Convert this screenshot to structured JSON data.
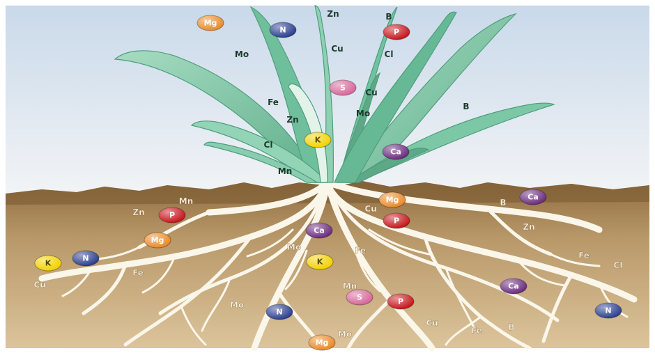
{
  "colors": {
    "sky_top": "#c9d9ea",
    "sky_bottom": "#f2f4f6",
    "soil_top": "#9c7a4c",
    "soil_bottom": "#d8bf95",
    "root": "#fbf6ea",
    "leaf": "#7fc9a7",
    "leaf_dark": "#4e9e7e",
    "N": "#2b3f8f",
    "P": "#c7161d",
    "K": "#f2d200",
    "Mg": "#ea8a2a",
    "Ca": "#6b2d7f",
    "S": "#d8679a"
  },
  "plant": {
    "badges": [
      {
        "id": "mg-1",
        "text": "Mg",
        "color": "Mg"
      },
      {
        "id": "n-1",
        "text": "N",
        "color": "N"
      },
      {
        "id": "p-1",
        "text": "P",
        "color": "P"
      },
      {
        "id": "s-1",
        "text": "S",
        "color": "S"
      },
      {
        "id": "k-1",
        "text": "K",
        "color": "K"
      },
      {
        "id": "ca-1",
        "text": "Ca",
        "color": "Ca"
      }
    ],
    "labels": [
      {
        "id": "zn-1",
        "text": "Zn"
      },
      {
        "id": "b-1",
        "text": "B"
      },
      {
        "id": "mo-1",
        "text": "Mo"
      },
      {
        "id": "cu-1",
        "text": "Cu"
      },
      {
        "id": "cl-1",
        "text": "Cl"
      },
      {
        "id": "fe-1",
        "text": "Fe"
      },
      {
        "id": "cu-2",
        "text": "Cu"
      },
      {
        "id": "mo-2",
        "text": "Mo"
      },
      {
        "id": "zn-2",
        "text": "Zn"
      },
      {
        "id": "b-2",
        "text": "B"
      },
      {
        "id": "cl-2",
        "text": "Cl"
      },
      {
        "id": "mn-1",
        "text": "Mn"
      }
    ]
  },
  "soil": {
    "badges": [
      {
        "id": "p-2",
        "text": "P",
        "color": "P"
      },
      {
        "id": "mg-2",
        "text": "Mg",
        "color": "Mg"
      },
      {
        "id": "ca-2",
        "text": "Ca",
        "color": "Ca"
      },
      {
        "id": "p-3",
        "text": "P",
        "color": "P"
      },
      {
        "id": "ca-3",
        "text": "Ca",
        "color": "Ca"
      },
      {
        "id": "mg-3",
        "text": "Mg",
        "color": "Mg"
      },
      {
        "id": "k-2",
        "text": "K",
        "color": "K"
      },
      {
        "id": "n-2",
        "text": "N",
        "color": "N"
      },
      {
        "id": "k-3",
        "text": "K",
        "color": "K"
      },
      {
        "id": "s-2",
        "text": "S",
        "color": "S"
      },
      {
        "id": "p-4",
        "text": "P",
        "color": "P"
      },
      {
        "id": "ca-4",
        "text": "Ca",
        "color": "Ca"
      },
      {
        "id": "n-3",
        "text": "N",
        "color": "N"
      },
      {
        "id": "n-4",
        "text": "N",
        "color": "N"
      },
      {
        "id": "mg-4",
        "text": "Mg",
        "color": "Mg"
      }
    ],
    "labels": [
      {
        "id": "mn-2",
        "text": "Mn"
      },
      {
        "id": "zn-3",
        "text": "Zn"
      },
      {
        "id": "cu-3",
        "text": "Cu"
      },
      {
        "id": "b-3",
        "text": "B"
      },
      {
        "id": "zn-4",
        "text": "Zn"
      },
      {
        "id": "mo-3",
        "text": "Mo"
      },
      {
        "id": "fe-2",
        "text": "Fe"
      },
      {
        "id": "fe-3",
        "text": "Fe"
      },
      {
        "id": "cl-3",
        "text": "Cl"
      },
      {
        "id": "fe-4",
        "text": "Fe"
      },
      {
        "id": "cu-4",
        "text": "Cu"
      },
      {
        "id": "mn-3",
        "text": "Mn"
      },
      {
        "id": "mo-4",
        "text": "Mo"
      },
      {
        "id": "cu-5",
        "text": "Cu"
      },
      {
        "id": "fe-5",
        "text": "Fe"
      },
      {
        "id": "b-4",
        "text": "B"
      },
      {
        "id": "mo-5",
        "text": "Mo"
      }
    ]
  }
}
